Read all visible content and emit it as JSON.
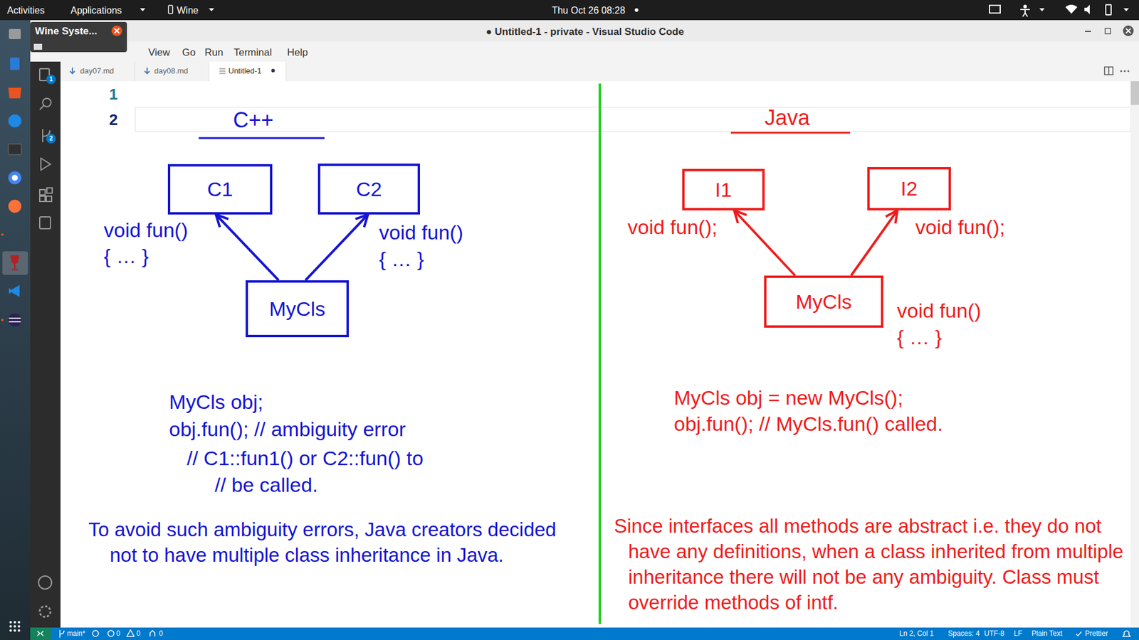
{
  "diagram": {
    "nodes": [
      {
        "text": [
          "C1"
        ]
      },
      {
        "text": [
          "C2"
        ]
      },
      {
        "text": [
          "MyCls"
        ]
      },
      {
        "text": [
          "I1"
        ]
      },
      {
        "text": [
          "I2"
        ]
      },
      {
        "text": [
          "MyCls"
        ]
      }
    ],
    "edges": [
      {
        "from": 2,
        "to": 0,
        "arrow": "to"
      },
      {
        "from": 2,
        "to": 1,
        "arrow": "to"
      },
      {
        "from": 5,
        "to": 3,
        "arrow": "to"
      },
      {
        "from": 5,
        "to": 4,
        "arrow": "to"
      }
    ],
    "labels": [
      "Activities",
      "Applications",
      "Wine",
      "Thu Oct 26 08:28",
      "Wine Syste...",
      "● Untitled-1 - private - Visual Studio Code",
      "View",
      "Go",
      "Run",
      "Terminal",
      "Help",
      "day07.md",
      "day08.md",
      "Untitled-1",
      "●",
      "1",
      "2",
      "main*",
      "0",
      "0",
      "0",
      "Ln 2, Col 1",
      "Spaces: 4",
      "UTF-8",
      "LF",
      "Plain Text",
      "Prettier",
      "C++",
      "Java",
      "void fun()",
      "{ … }",
      "void fun()",
      "{ … }",
      "void fun();",
      "void fun();",
      "void fun()",
      "{ … }",
      "MyCls obj;",
      "obj.fun(); // ambiguity error",
      "// C1::fun1() or C2::fun() to",
      "// be called.",
      "To avoid such ambiguity errors, Java creators decided not to have multiple class inheritance in Java.",
      "MyCls obj = new MyCls();",
      "obj.fun(); // MyCls.fun() called.",
      "Since interfaces all methods are abstract i.e. they do not have any definitions, when a class inherited from multiple inheritance there will not be any ambiguity. Class must override methods of intf.",
      "1",
      "2"
    ]
  }
}
